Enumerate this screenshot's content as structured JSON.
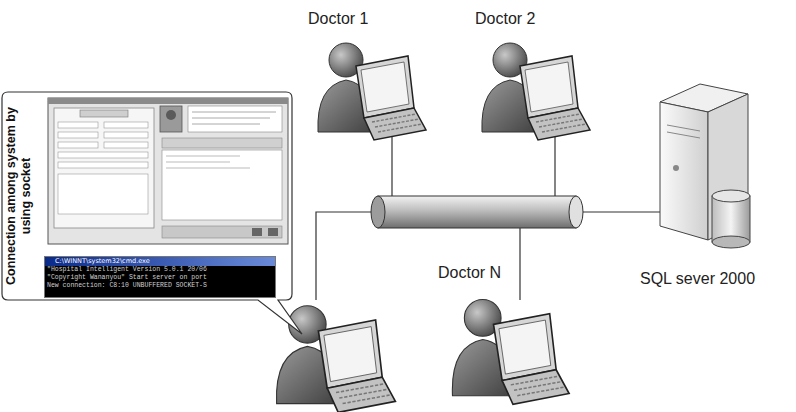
{
  "diagram": {
    "nodes": [
      {
        "text": [
          "Doctor 1"
        ]
      },
      {
        "text": [
          "Doctor 2"
        ]
      },
      {
        "text": [
          "Doctor N"
        ]
      },
      {
        "text": [
          "SQL sever 2000"
        ]
      },
      {
        "text": [
          "Connection among system by using socket"
        ]
      },
      {
        "text": [
          "C:\\WINNT\\system32\\cmd.exe",
          "\"Hospital Intelligent Version 5.0.1 20/06",
          "\"Copyright Wananyou\" Start server on port",
          "New connection: C8:10 UNBUFFERED SOCKET-S"
        ],
        "in": 4
      }
    ]
  }
}
